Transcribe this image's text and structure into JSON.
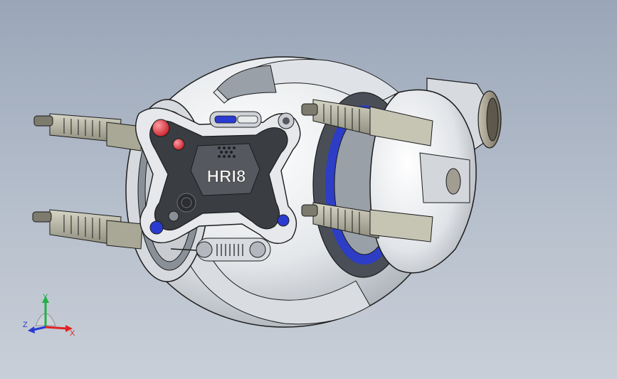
{
  "model": {
    "name": "HRI8 drone",
    "label": "HRI8",
    "colors": {
      "shell": "#e9ecef",
      "shell_shadow": "#a9afb6",
      "faceplate": "#3a3d42",
      "dark": "#2b2d31",
      "guns": "#b9b8a6",
      "accent_red": "#e2434b",
      "accent_blue": "#2a3bd1",
      "edge": "#1c1c1c"
    }
  },
  "triad": {
    "x_label": "X",
    "y_label": "Y",
    "z_label": "Z",
    "x_color": "#e02424",
    "y_color": "#22b04a",
    "z_color": "#2a3bd1"
  }
}
